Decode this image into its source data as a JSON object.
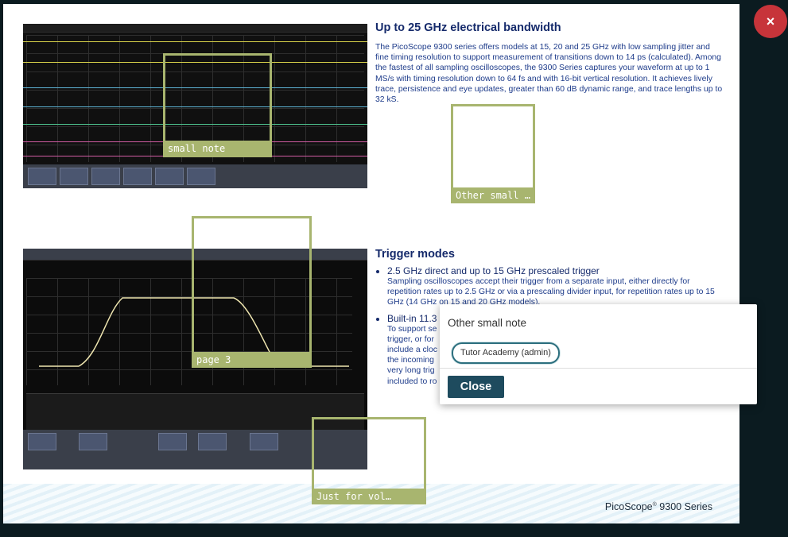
{
  "section1": {
    "heading": "Up to 25 GHz electrical bandwidth",
    "body": "The PicoScope 9300 series offers models at 15, 20 and 25 GHz with low sampling jitter and fine timing resolution to support measurement of transitions down to 14 ps (calculated). Among the fastest of all sampling oscilloscopes, the 9300 Series captures your waveform at up to 1 MS/s with timing resolution down to 64 fs and with 16-bit vertical resolution. It achieves lively trace, persistence and eye updates, greater than 60 dB dynamic range, and trace lengths up to 32 kS."
  },
  "section2": {
    "heading": "Trigger modes",
    "bullet1_title": "2.5 GHz direct and up to 15 GHz prescaled trigger",
    "bullet1_body": "Sampling oscilloscopes accept their trigger from a separate input, either directly for repetition rates up to 2.5 GHz or via a prescaling divider input, for repetition rates up to 15 GHz (14 GHz on 15 and 20 GHz models).",
    "bullet2_title": "Built-in 11.3",
    "bullet2_body": "To support se trigger, or for include a cloc the incoming very long trig included to ro"
  },
  "footer": {
    "brand": "PicoScope",
    "reg": "®",
    "series": " 9300 Series"
  },
  "notes": {
    "note1": "small note",
    "note2": "Other small …",
    "note3": "page 3",
    "note4": "Just for vol…"
  },
  "popup": {
    "title": "Other small note",
    "chip": "Tutor Academy (admin)",
    "close_label": "Close"
  },
  "close_x": "×",
  "colors": {
    "note_accent": "#a8b56f",
    "heading": "#152a6b",
    "body_text": "#1d3b8a",
    "close_button": "#1e4b5e",
    "close_x": "#c7343a"
  }
}
